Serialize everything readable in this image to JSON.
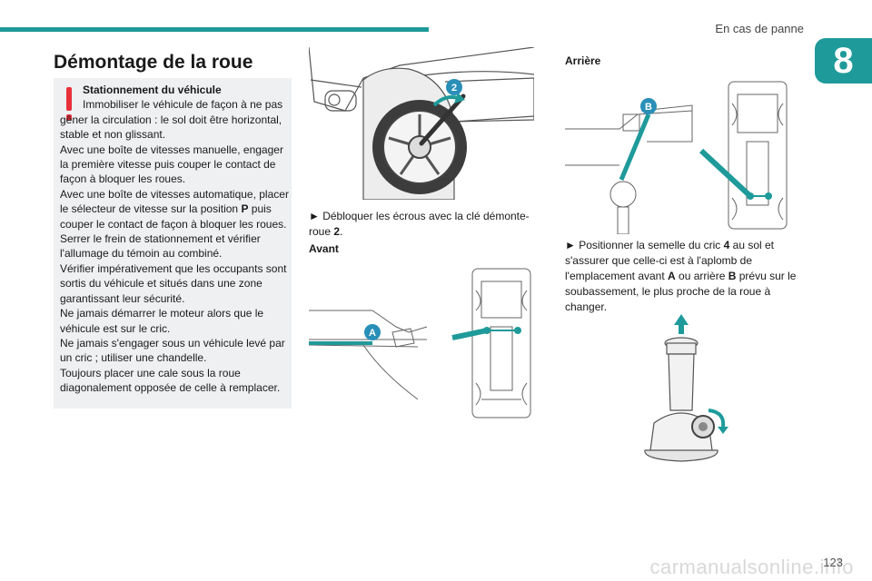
{
  "header": {
    "section": "En cas de panne",
    "chapter": "8"
  },
  "title": "Démontage de la roue",
  "warning": {
    "heading": "Stationnement du véhicule",
    "lines": [
      "Immobiliser le véhicule de façon à ne pas gêner la circulation : le sol doit être horizontal, stable et non glissant.",
      "Avec une boîte de vitesses manuelle, engager la première vitesse puis couper le contact de façon à bloquer les roues.",
      "Avec une boîte de vitesses automatique, placer le sélecteur de vitesse sur la position ",
      "P",
      " puis couper le contact de façon à bloquer les roues.",
      "Serrer le frein de stationnement et vérifier l'allumage du témoin au combiné.",
      "Vérifier impérativement que les occupants sont sortis du véhicule et situés dans une zone garantissant leur sécurité.",
      "Ne jamais démarrer le moteur alors que le véhicule est sur le cric.",
      "Ne jamais s'engager sous un véhicule levé par un cric ; utiliser une chandelle.",
      "Toujours placer une cale sous la roue diagonalement opposée de celle à remplacer."
    ]
  },
  "step1": {
    "pre": "► Débloquer les écrous avec la clé démonte-roue ",
    "ref": "2",
    "post": "."
  },
  "avant_label": "Avant",
  "arriere_label": "Arrière",
  "step2": {
    "p1": "► Positionner la semelle du cric ",
    "r1": "4",
    "p2": " au sol et s'assurer que celle-ci est à l'aplomb de l'emplacement avant ",
    "r2": "A",
    "p3": " ou arrière ",
    "r3": "B",
    "p4": " prévu sur le soubassement, le plus proche de la roue à changer."
  },
  "callouts": {
    "wrench": "2",
    "front": "A",
    "rear": "B"
  },
  "page_number": "123",
  "watermark": "carmanualsonline.info",
  "colors": {
    "accent": "#1f9a9a",
    "warning": "#e8303a",
    "callout": "#2a8fb8"
  }
}
